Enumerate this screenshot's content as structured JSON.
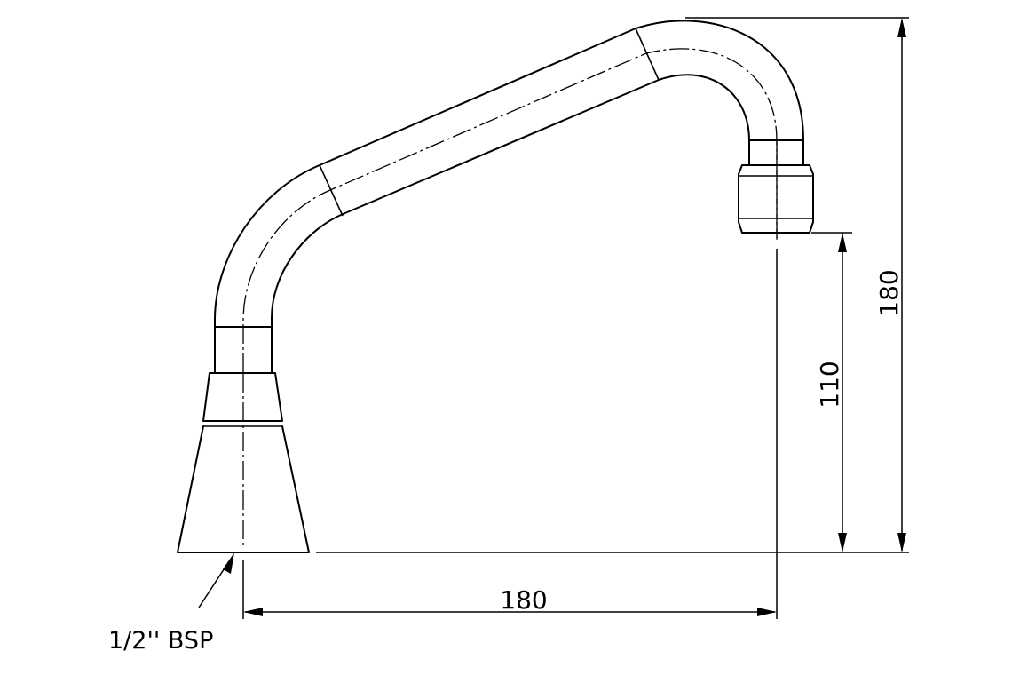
{
  "dimensions": {
    "total_reach": "180",
    "total_height": "180",
    "outlet_height": "110"
  },
  "annotations": {
    "inlet_thread": "1/2'' BSP"
  }
}
